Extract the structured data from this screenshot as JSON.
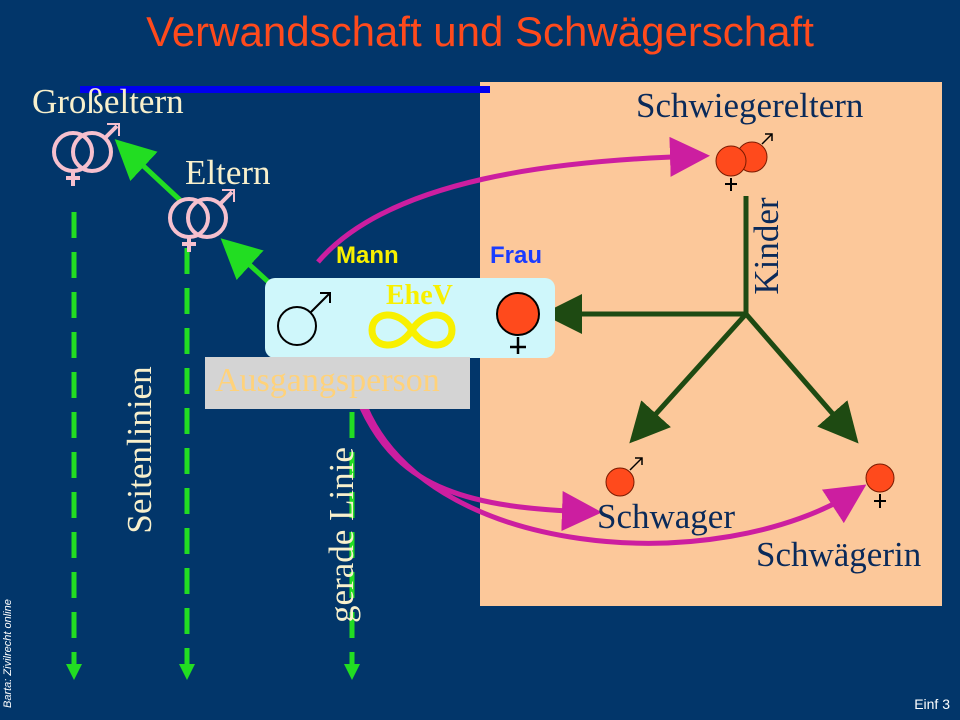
{
  "slide": {
    "title": "Verwandschaft und Schwägerschaft",
    "source_note": "Barta: Zivilrecht online",
    "slide_number": "Einf 3"
  },
  "labels": {
    "grosseltern": "Großeltern",
    "eltern": "Eltern",
    "schwiegereltern": "Schwiegereltern",
    "mann": "Mann",
    "frau": "Frau",
    "ehev": "EheV",
    "ausgangsperson": "Ausgangsperson",
    "kinder": "Kinder",
    "schwager": "Schwager",
    "schwaegerin": "Schwägerin",
    "seitenlinien": "Seitenlinien",
    "gerade_linie": "gerade Linie"
  },
  "colors": {
    "background": "#02366a",
    "title": "#ff4a1c",
    "in_law_area": "#fcc89a",
    "lineal_arrows": "#22dd22",
    "in_law_arrows": "#cc1ea0",
    "children_arrows": "#1e4a12",
    "person_red": "#ff4a1c",
    "gender_symbol": "#f6c0ce"
  }
}
